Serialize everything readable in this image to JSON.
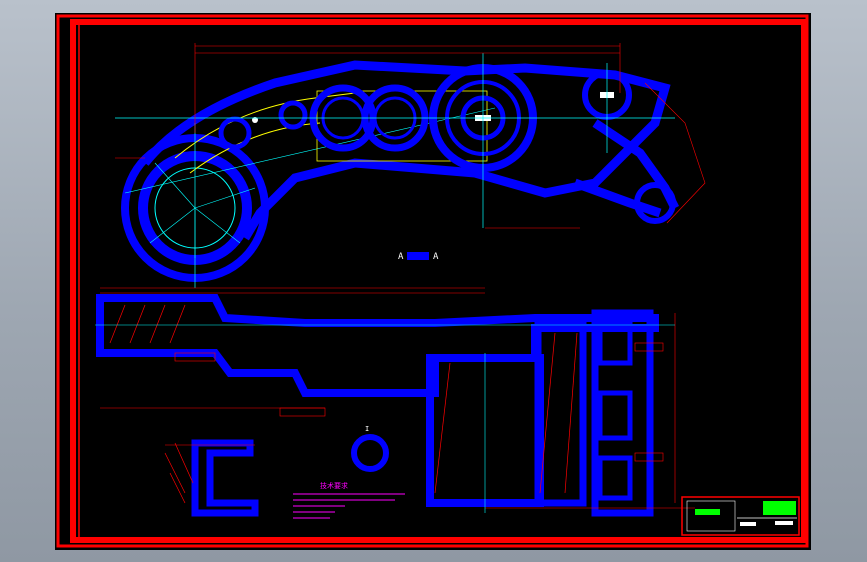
{
  "viewport": {
    "background": "#a7b0ba"
  },
  "drawing": {
    "colors": {
      "frame": "#ff0000",
      "part": "#0000ff",
      "dimension": "#ff0000",
      "centerline": "#00ffff",
      "text": "#ffffff",
      "accent": "#ffff00",
      "annotation": "#ff00ff",
      "titleblock_fill": "#00ff00"
    },
    "section_label": "A",
    "detail_label": "I",
    "tech_notes_title": "技术要求"
  }
}
